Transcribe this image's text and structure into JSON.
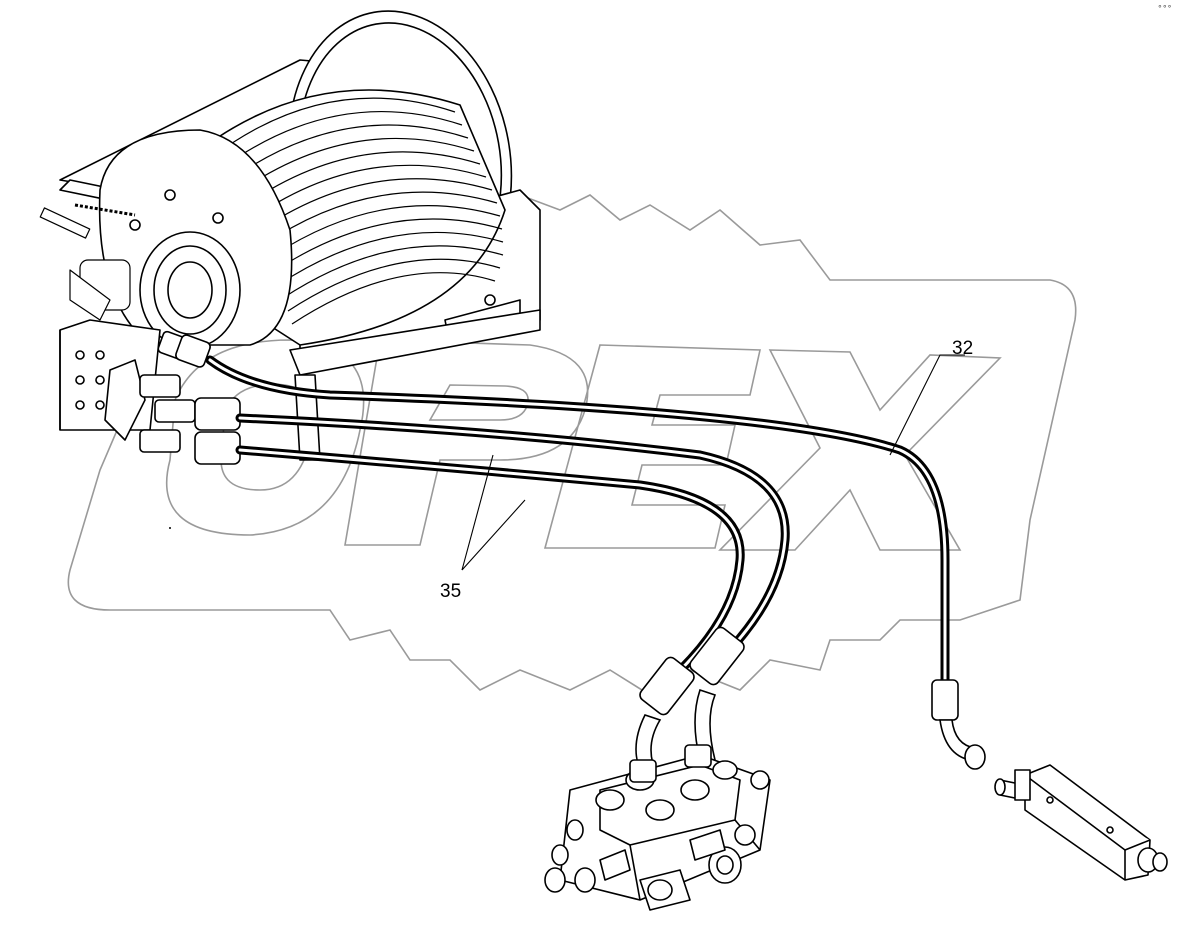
{
  "diagram": {
    "watermark_text": "OPEX",
    "corner_mark": "°°° ",
    "callouts": [
      {
        "id": "32",
        "label": "32"
      },
      {
        "id": "35",
        "label": "35"
      }
    ]
  },
  "colors": {
    "line": "#000000",
    "watermark": "#8a8a8a",
    "hose": "#000000"
  }
}
